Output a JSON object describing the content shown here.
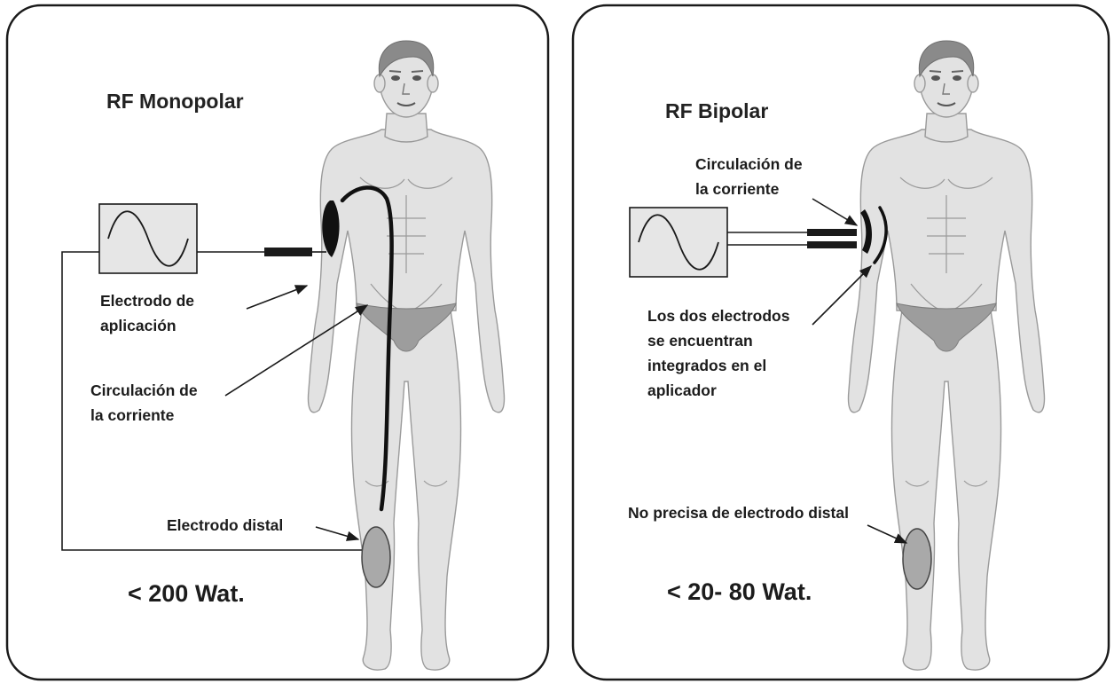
{
  "panels": {
    "monopolar": {
      "title": "RF Monopolar",
      "labels": {
        "electrode_application_1": "Electrodo de",
        "electrode_application_2": "aplicación",
        "current_1": "Circulación de",
        "current_2": "la corriente",
        "distal": "Electrodo distal"
      },
      "power": "< 200 Wat."
    },
    "bipolar": {
      "title": "RF Bipolar",
      "labels": {
        "current_1": "Circulación de",
        "current_2": "la corriente",
        "electrodes_1": "Los dos electrodos",
        "electrodes_2": "se encuentran",
        "electrodes_3": "integrados en el",
        "electrodes_4": "aplicador",
        "distal": "No precisa de electrodo distal"
      },
      "power": "< 20- 80 Wat."
    }
  },
  "colors": {
    "skin": "#e2e2e2",
    "hair": "#8a8a8a",
    "briefs": "#9d9d9d",
    "electrode": "#111111",
    "distal_pad": "#a9a9a9"
  }
}
